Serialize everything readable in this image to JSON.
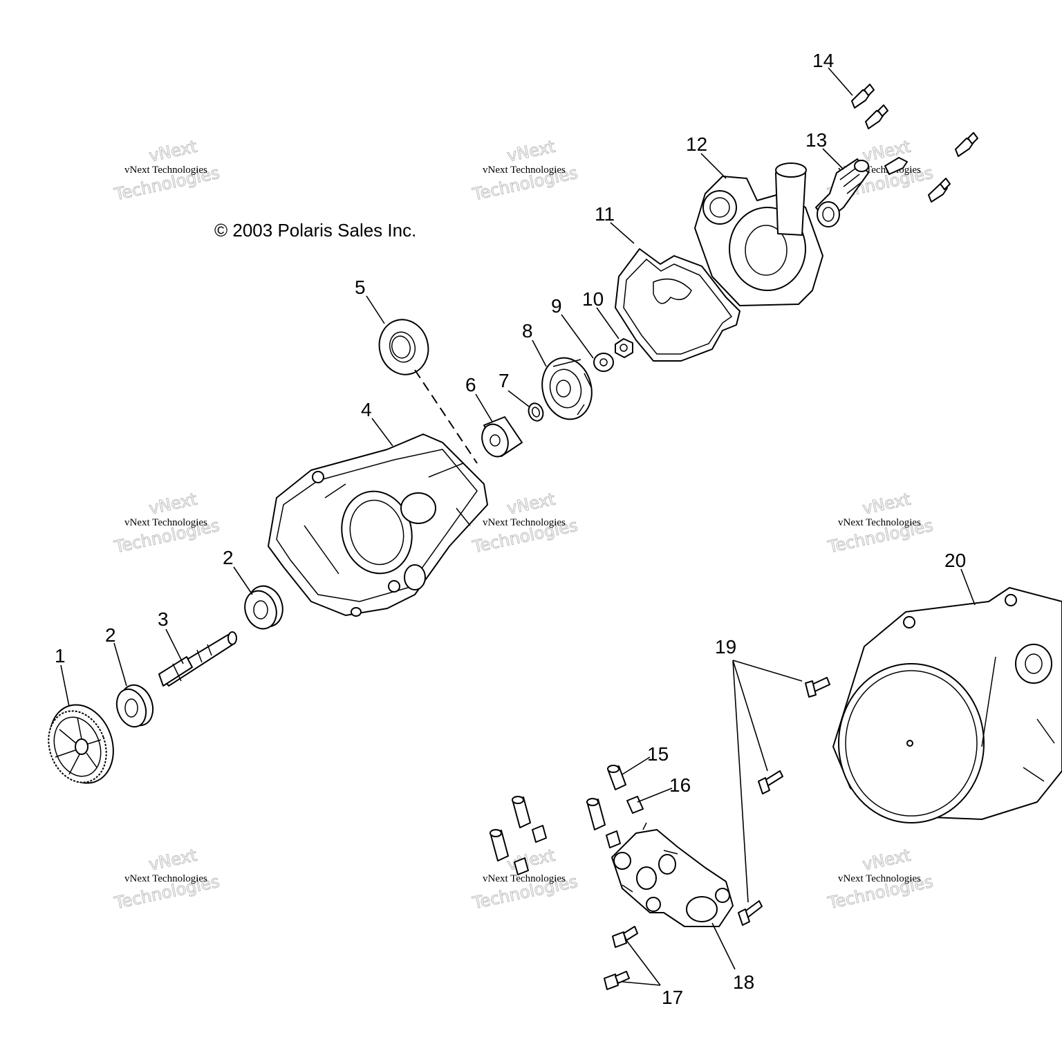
{
  "copyright": "© 2003 Polaris Sales Inc.",
  "watermark": {
    "line1": "vNext Technologies",
    "line2": "vNext",
    "line3": "Technologies"
  },
  "callouts": {
    "c1": "1",
    "c2a": "2",
    "c2b": "2",
    "c3": "3",
    "c4": "4",
    "c5": "5",
    "c6": "6",
    "c7": "7",
    "c8": "8",
    "c9": "9",
    "c10": "10",
    "c11": "11",
    "c12": "12",
    "c13": "13",
    "c14": "14",
    "c15": "15",
    "c16": "16",
    "c17": "17",
    "c18": "18",
    "c19": "19",
    "c20": "20"
  }
}
